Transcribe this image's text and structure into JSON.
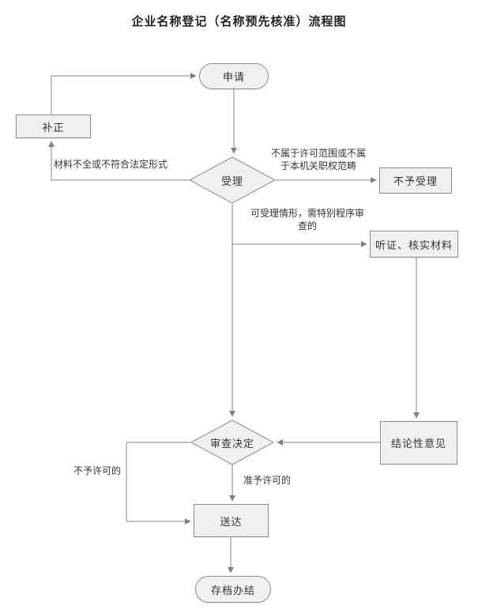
{
  "title": "企业名称登记（名称预先核准）流程图",
  "nodes": {
    "apply": "申请",
    "correction": "补正",
    "accept": "受理",
    "not_accepted": "不予受理",
    "hearing": "听证、核实材料",
    "review": "审查决定",
    "conclusion": "结论性意见",
    "delivery": "送达",
    "archive": "存档办结"
  },
  "edge_labels": {
    "incomplete_materials": "材料不全或不符合法定形式",
    "out_of_scope": "不属于许可范围或不属于本机关职权范畴",
    "special_procedure": "可受理情形，需特别程序审查的",
    "not_permitted": "不予许可的",
    "permitted": "准予许可的"
  },
  "colors": {
    "node_fill": "#f0f0f0",
    "node_border": "#8c8c8c",
    "line": "#808080",
    "text": "#333333"
  }
}
